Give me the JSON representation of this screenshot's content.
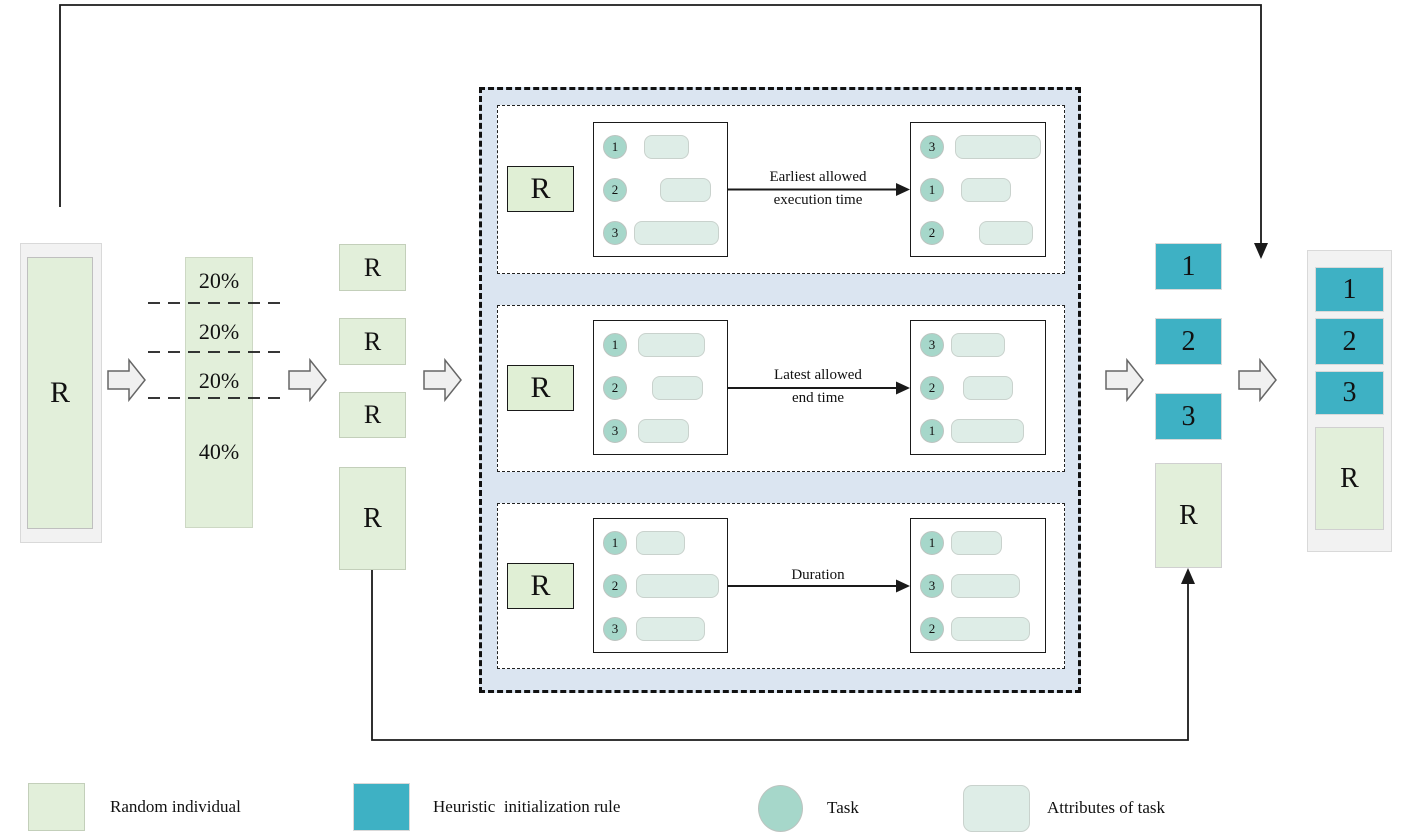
{
  "diagram": {
    "source_individual": "R",
    "percent_sections": [
      "20%",
      "20%",
      "20%",
      "40%"
    ],
    "split_R": [
      "R",
      "R",
      "R",
      "R"
    ],
    "panels": [
      {
        "r": "R",
        "label1": "Earliest allowed",
        "label2": "execution time",
        "left": [
          {
            "id": "1",
            "bar": "left:50px;width:45px"
          },
          {
            "id": "2",
            "bar": "left:66px;width:51px"
          },
          {
            "id": "3",
            "bar": "left:40px;width:85px"
          }
        ],
        "right": [
          {
            "id": "3",
            "bar": "left:44px;width:86px"
          },
          {
            "id": "1",
            "bar": "left:50px;width:50px"
          },
          {
            "id": "2",
            "bar": "left:68px;width:54px"
          }
        ]
      },
      {
        "r": "R",
        "label1": "Latest allowed",
        "label2": "end time",
        "left": [
          {
            "id": "1",
            "bar": "left:44px;width:67px"
          },
          {
            "id": "2",
            "bar": "left:58px;width:51px"
          },
          {
            "id": "3",
            "bar": "left:44px;width:51px"
          }
        ],
        "right": [
          {
            "id": "3",
            "bar": "left:40px;width:54px"
          },
          {
            "id": "2",
            "bar": "left:52px;width:50px"
          },
          {
            "id": "1",
            "bar": "left:40px;width:73px"
          }
        ]
      },
      {
        "r": "R",
        "label1": "Duration",
        "label2": "",
        "left": [
          {
            "id": "1",
            "bar": "left:42px;width:49px"
          },
          {
            "id": "2",
            "bar": "left:42px;width:83px"
          },
          {
            "id": "3",
            "bar": "left:42px;width:69px"
          }
        ],
        "right": [
          {
            "id": "1",
            "bar": "left:40px;width:51px"
          },
          {
            "id": "3",
            "bar": "left:40px;width:69px"
          },
          {
            "id": "2",
            "bar": "left:40px;width:79px"
          }
        ]
      }
    ],
    "heuristic_results": [
      "1",
      "2",
      "3"
    ],
    "random_result": "R",
    "final_individual": [
      "1",
      "2",
      "3",
      "R"
    ],
    "legend": [
      {
        "label": "Random individual",
        "color": "#e2efda"
      },
      {
        "label": "Heuristic  initialization rule",
        "color": "#3eb1c4"
      },
      {
        "label": "Task",
        "color": "#a6d7ca"
      },
      {
        "label": "Attributes of task",
        "color": "#deede7"
      }
    ]
  }
}
